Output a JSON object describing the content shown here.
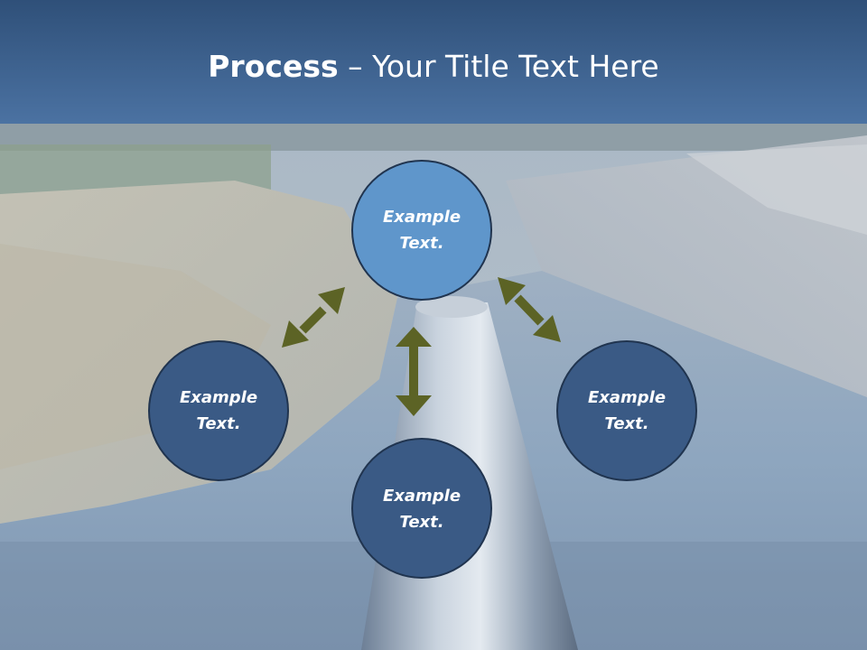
{
  "title": {
    "bold": "Process",
    "dash": " – ",
    "rest": "Your Title Text Here"
  },
  "nodes": [
    {
      "line1": "Example",
      "line2": "Text."
    },
    {
      "line1": "Example",
      "line2": "Text."
    },
    {
      "line1": "Example",
      "line2": "Text."
    },
    {
      "line1": "Example",
      "line2": "Text."
    }
  ],
  "colors": {
    "title_bar": "#3d6190",
    "center_node": "#5f96cb",
    "outer_node": "#3a5a85",
    "node_border": "#20344f",
    "arrow": "#5c6325"
  },
  "background": "pipeline-over-water-photo"
}
